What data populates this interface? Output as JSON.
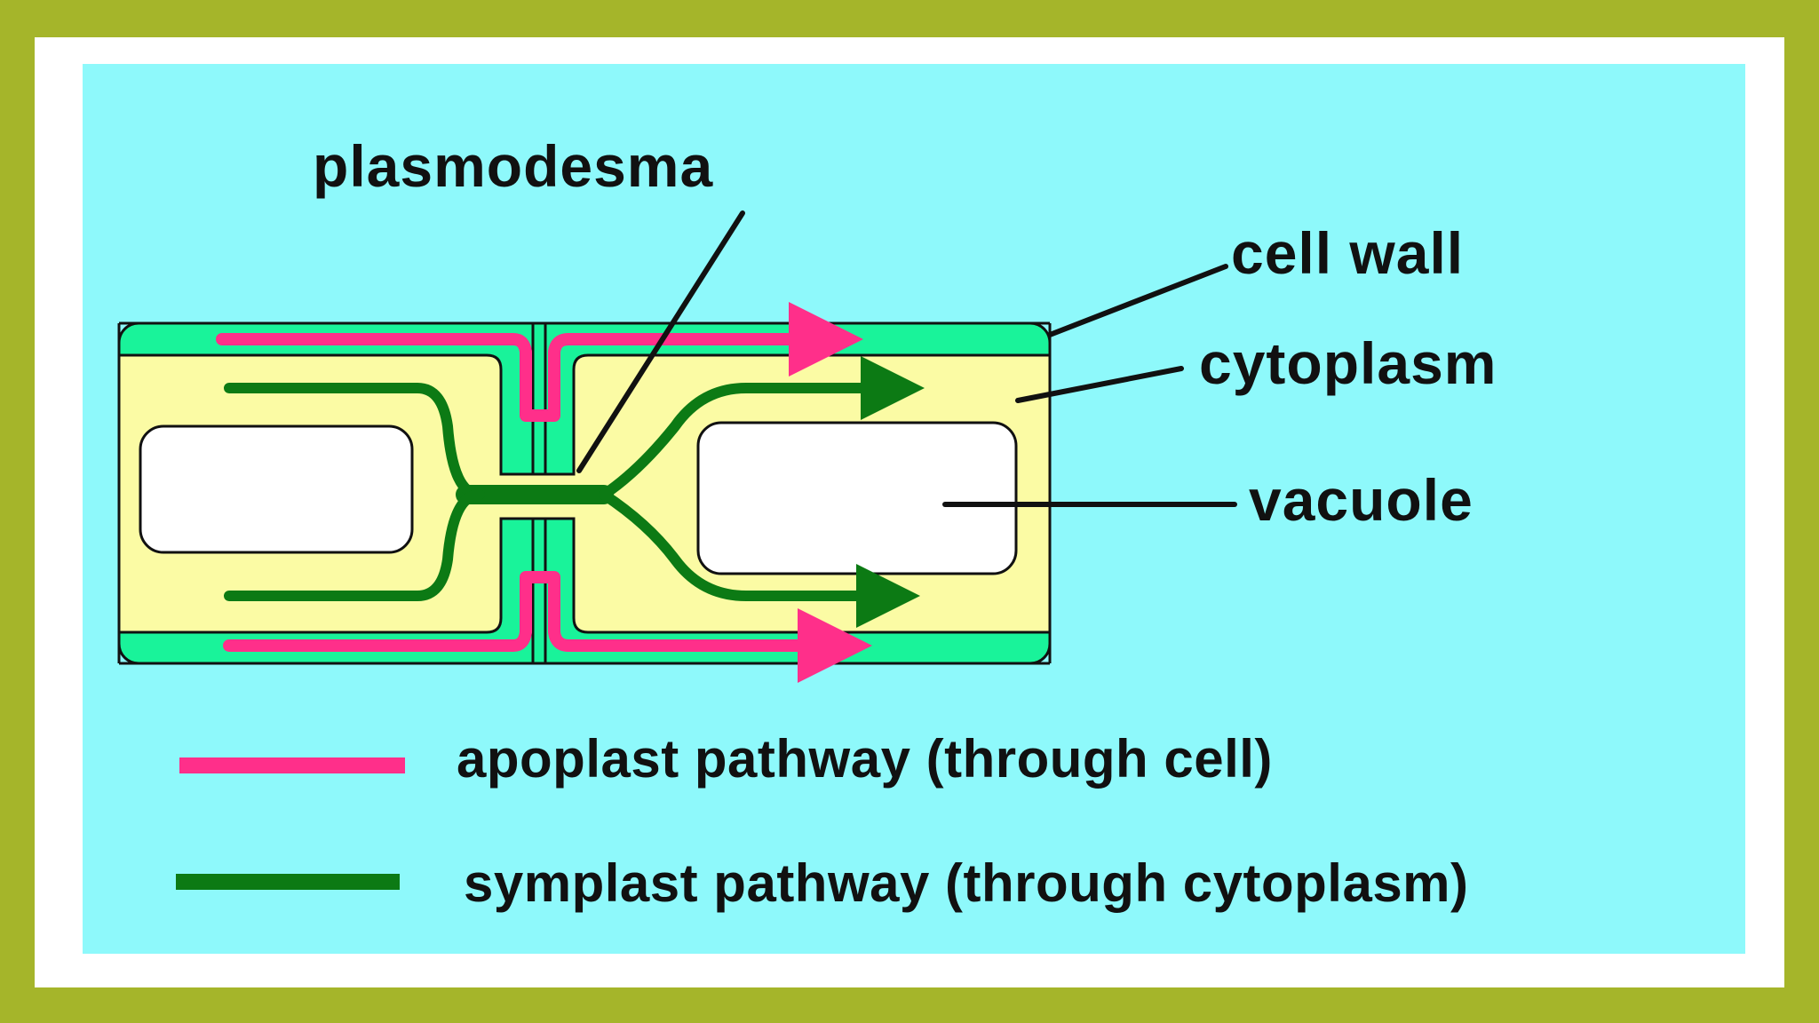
{
  "labels": {
    "plasmodesma": "plasmodesma",
    "cell_wall": "cell wall",
    "cytoplasm": "cytoplasm",
    "vacuole": "vacuole"
  },
  "legend": [
    {
      "text": "apoplast pathway (through cell)",
      "color": "#ff2f8a"
    },
    {
      "text": "symplast pathway (through cytoplasm)",
      "color": "#0c7a14"
    }
  ],
  "colors": {
    "border": "#a5b52a",
    "background": "#8ef9fb",
    "cell_wall": "#19f39a",
    "cytoplasm": "#fbfba4",
    "vacuole": "#ffffff",
    "apoplast": "#ff2f8a",
    "symplast": "#0c7a14"
  }
}
